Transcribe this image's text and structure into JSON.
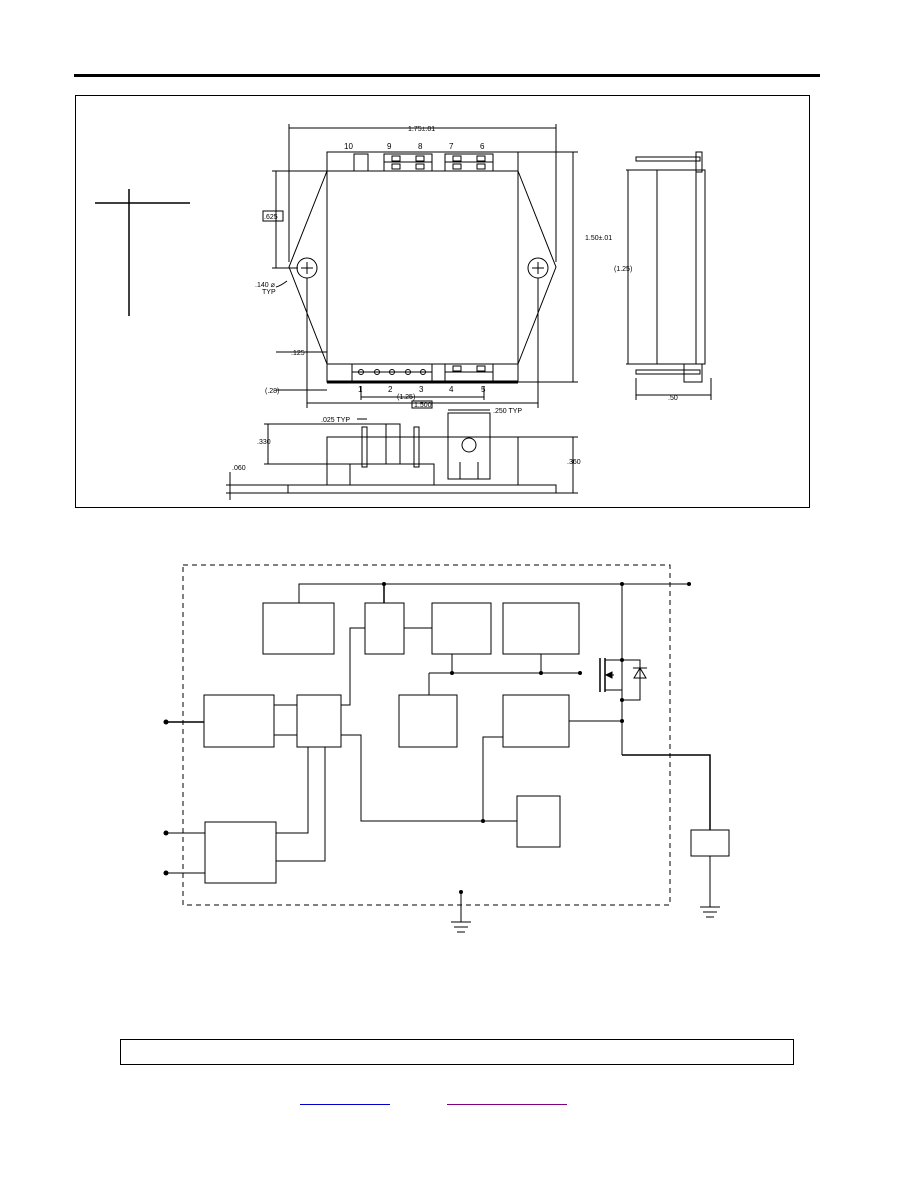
{
  "mechanical": {
    "dims": {
      "width_overall": "1.75±.01",
      "height_overall": "1.50±.01",
      "d_625": ".625",
      "hole": ".140 ⌀",
      "hole_typ": "TYP",
      "d_125": ".125",
      "d_28": "(.28)",
      "d_125_paren": "(1.25)",
      "d_1500": "1.500",
      "d_025typ": ".025 TYP",
      "d_250typ": ".250 TYP",
      "d_330": ".330",
      "d_060": ".060",
      "d_360": ".360",
      "side_125": "(1.25)",
      "side_50": ".50"
    },
    "pins_top": [
      "10",
      "9",
      "8",
      "7",
      "6"
    ],
    "pins_bottom": [
      "1",
      "2",
      "3",
      "4",
      "5"
    ]
  }
}
